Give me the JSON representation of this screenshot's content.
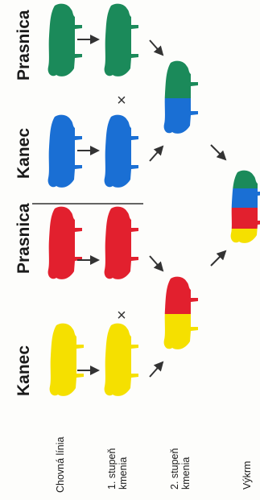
{
  "labels": {
    "kanec_1": "Kanec",
    "prasnica_1": "Prasnica",
    "kanec_2": "Kanec",
    "prasnica_2": "Prasnica"
  },
  "stages": {
    "breeding_line": "Chovná línia",
    "first_cross_line1": "1. stupeň",
    "first_cross_line2": "kmenia",
    "second_cross_line1": "2. stupeň",
    "second_cross_line2": "kmenia",
    "final": "Výkrm"
  },
  "cross_symbol": "×",
  "colors": {
    "yellow": "#f5e000",
    "red": "#e2202e",
    "blue": "#1a6fd4",
    "green": "#1b8a5a",
    "arrow": "#333333"
  }
}
